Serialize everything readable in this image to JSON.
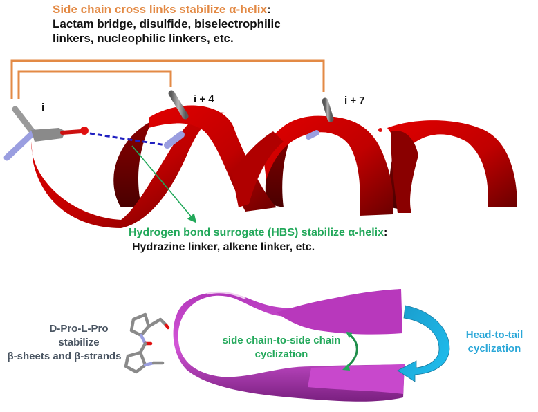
{
  "helix_section": {
    "crosslink_heading": "Side chain cross links stabilize α-helix",
    "crosslink_colon": ":",
    "crosslink_line1": "Lactam bridge, disulfide, biselectrophilic",
    "crosslink_line2": "linkers, nucleophilic linkers, etc.",
    "residue_labels": [
      "i",
      "i + 4",
      "i + 7"
    ],
    "hbs_heading": "Hydrogen bond surrogate (HBS) stabilize α-helix",
    "hbs_colon": ":",
    "hbs_line": "Hydrazine linker, alkene linker, etc."
  },
  "sheet_section": {
    "dpro_line1": "D-Pro-L-Pro",
    "dpro_line2": "stabilize",
    "dpro_line3": "β-sheets and β-strands",
    "sidechain_line1": "side chain-to-side chain",
    "sidechain_line2": "cyclization",
    "headtail_line1": "Head-to-tail",
    "headtail_line2": "cyclization"
  },
  "colors": {
    "crosslink_orange": "#e38a45",
    "helix_red": "#cc0000",
    "hbs_green": "#22a85a",
    "hbond_blue": "#2020c0",
    "sheet_magenta": "#c040c8",
    "headtail_blue": "#2aa7d8",
    "nitrogen_lavender": "#9a9ee0",
    "carbon_grey": "#8a8a8a"
  }
}
